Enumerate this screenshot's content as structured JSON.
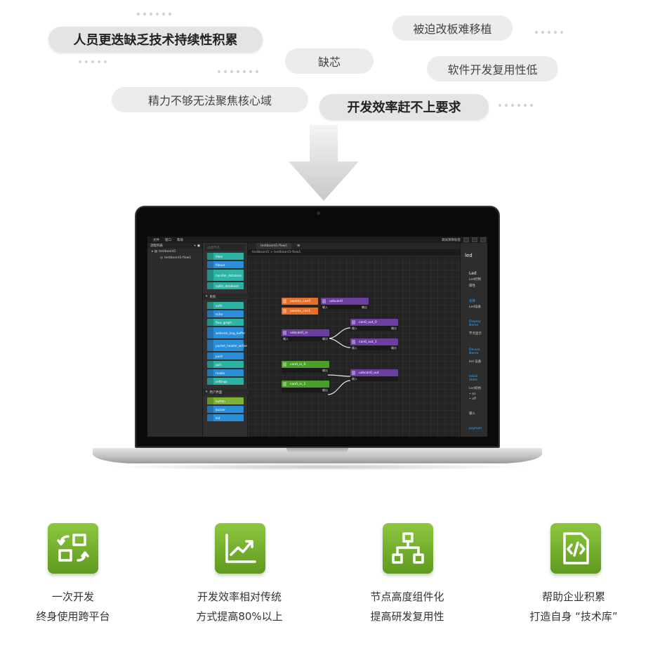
{
  "problems": [
    {
      "text": "人员更迭缺乏技术持续性积累",
      "style": "bold"
    },
    {
      "text": "被迫改板难移植",
      "style": "light"
    },
    {
      "text": "缺芯",
      "style": "light"
    },
    {
      "text": "软件开发复用性低",
      "style": "light"
    },
    {
      "text": "精力不够无法聚焦核心域",
      "style": "light"
    },
    {
      "text": "开发效率赶不上要求",
      "style": "bold"
    }
  ],
  "screen": {
    "menu": [
      "文件",
      "窗口",
      "帮助"
    ],
    "menu_right": "调试项目标签",
    "tree_header": "流程列表",
    "tree_items": [
      "testboard1",
      "testboard1-flow1"
    ],
    "search_placeholder": "过滤节点",
    "palette_top": [
      "fileio",
      "fileout",
      "handler_database",
      "sqlite_database"
    ],
    "category_system": "系统",
    "palette_system": [
      "auth",
      "echo",
      "flow_graph",
      "webcam_img_buffer",
      "packet_header_writer",
      "push",
      "quit",
      "reader",
      "settings"
    ],
    "category_user": "用户界面",
    "palette_user": [
      "button",
      "buzzer",
      "led"
    ],
    "tab": "testboard1-flow1",
    "crumb": "testboard1 > testboard1-flow1",
    "flow_nodes": {
      "n1": "aworks_can0",
      "n2": "usbcan0",
      "n3": "aworks_can1",
      "n4": "usbcan0_in",
      "n5": "can0_out_0",
      "n6": "can0_out_1",
      "n7": "can0_in_0",
      "n8": "usbcan0_out",
      "n9": "can0_in_1"
    },
    "port_in": "输入",
    "port_out": "输出",
    "props": {
      "title": "led",
      "name": "Led",
      "subtitle": "Led控制",
      "section": "属性",
      "f1": "名称",
      "v1": "Led设备",
      "f2": "Display Name",
      "v2": "节点显示",
      "f3": "Device Name",
      "v3": "led 设备",
      "f4": "Initial State",
      "v4": "Led初始",
      "o1": "on",
      "o2": "off",
      "section2": "输入",
      "f5": "payload"
    }
  },
  "features": [
    {
      "icon": "cross-platform-icon",
      "line1": "一次开发",
      "line2": "终身使用跨平台"
    },
    {
      "icon": "trend-chart-icon",
      "line1": "开发效率相对传统",
      "line2": "方式提高80%以上"
    },
    {
      "icon": "node-hierarchy-icon",
      "line1": "节点高度组件化",
      "line2": "提高研发复用性"
    },
    {
      "icon": "code-document-icon",
      "line1": "帮助企业积累",
      "line2": "打造自身 “技术库”"
    }
  ],
  "colors": {
    "accent_green": "#7cb332",
    "node_teal": "#2bb3a3",
    "node_blue": "#2a8fd8",
    "node_orange": "#e4702b",
    "node_purple": "#6b3fa0",
    "node_green": "#4c9e2a"
  }
}
